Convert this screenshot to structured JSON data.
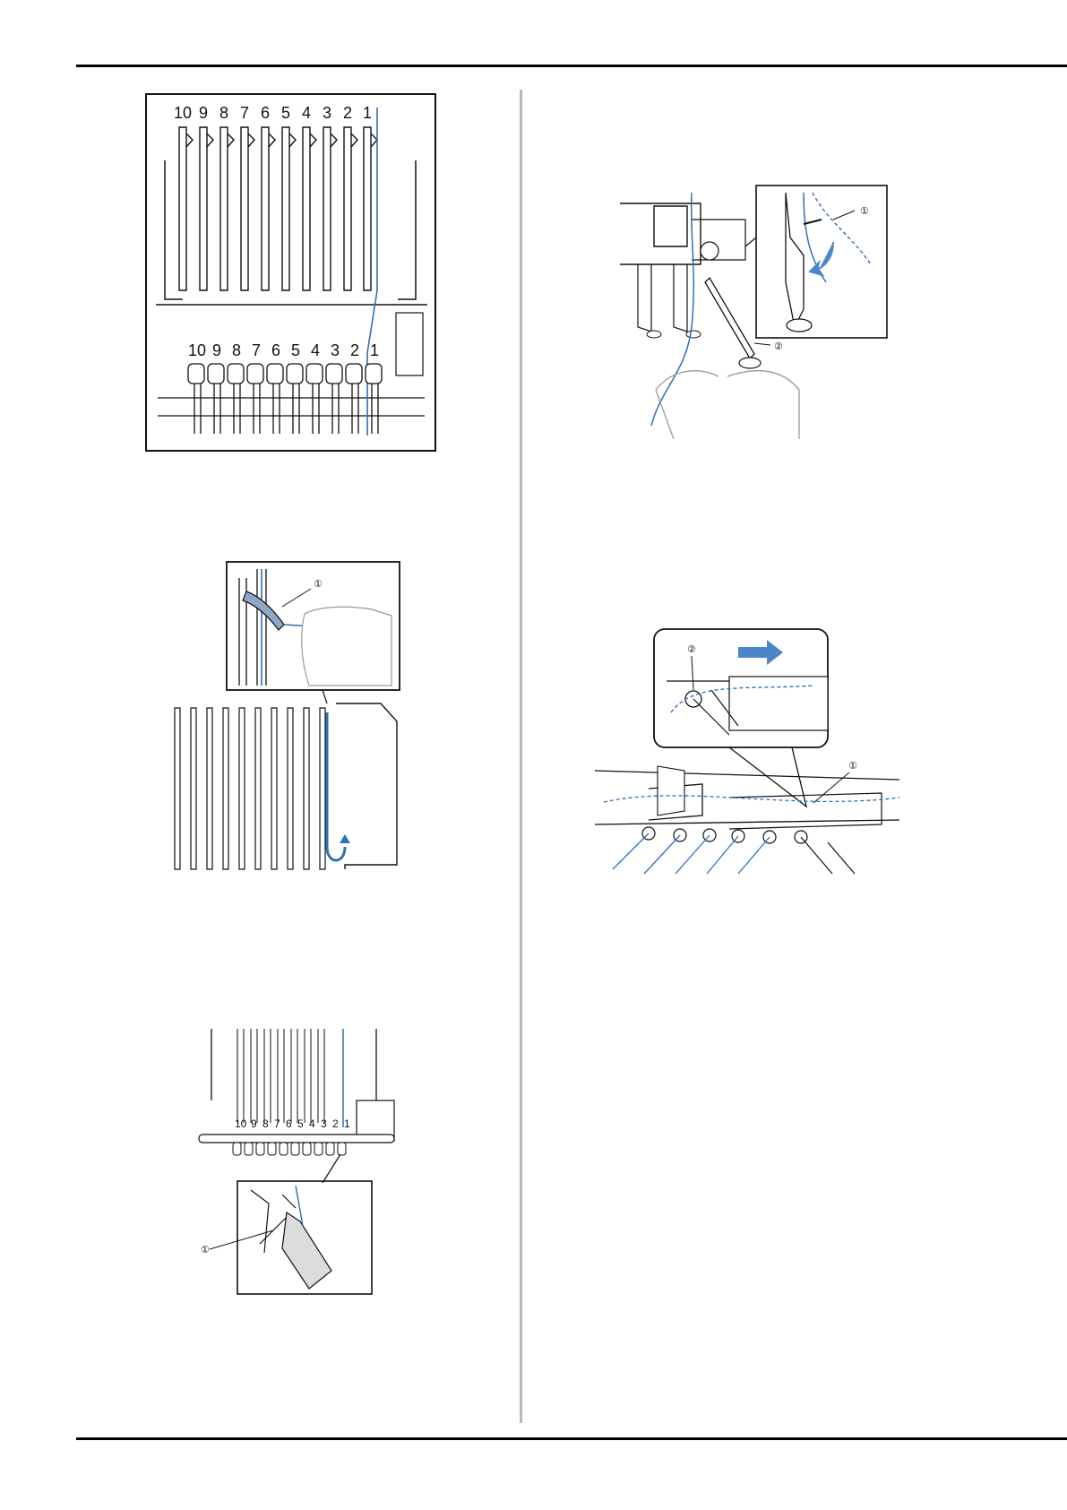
{
  "figures": {
    "fig1": {
      "top_labels": [
        "10",
        "9",
        "8",
        "7",
        "6",
        "5",
        "4",
        "3",
        "2",
        "1"
      ],
      "bottom_labels": [
        "10",
        "9",
        "8",
        "7",
        "6",
        "5",
        "4",
        "3",
        "2",
        "1"
      ]
    },
    "fig2": {
      "callout": "①"
    },
    "fig3": {
      "labels": [
        "10",
        "9",
        "8",
        "7",
        "6",
        "5",
        "4",
        "3",
        "2",
        "1"
      ],
      "callout": "①"
    },
    "fig4": {
      "callout1": "①",
      "callout2": "②"
    },
    "fig5": {
      "callout1": "①",
      "callout2": "②"
    }
  },
  "colors": {
    "thread": "#2f6fb6",
    "accent": "#4a86c8"
  }
}
